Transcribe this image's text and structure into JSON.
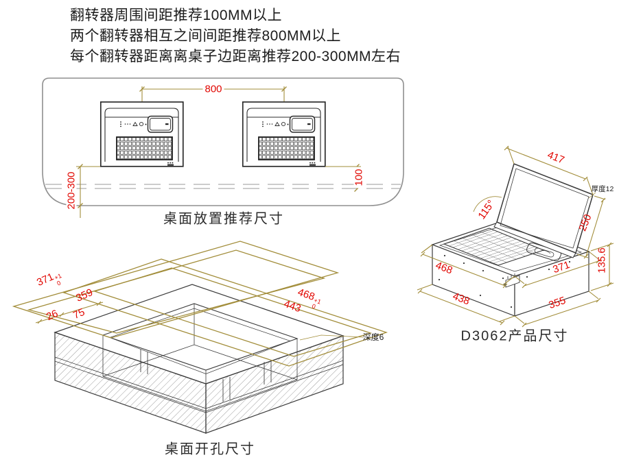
{
  "notes": {
    "line1": "翻转器周围间距推荐100MM以上",
    "line2": "两个翻转器相互之间间距推荐800MM以上",
    "line3": "每个翻转器距离离桌子边距离推荐200-300MM左右"
  },
  "desktop_layout": {
    "caption": "桌面放置推荐尺寸",
    "dim_unit_spacing": "800",
    "dim_front_edge_distance": "200-300",
    "dim_rear_clearance": "100"
  },
  "cutout": {
    "caption": "桌面开孔尺寸",
    "dim_width_outer": {
      "value": "371",
      "tol_upper": "+1",
      "tol_lower": "0"
    },
    "dim_width_inner": "359",
    "dim_lip": "26",
    "dim_inset": "75",
    "dim_length_outer": {
      "value": "468",
      "tol_upper": "+1",
      "tol_lower": "0"
    },
    "dim_length_inner": "443",
    "depth_label": "深度6"
  },
  "product": {
    "caption": "D3062产品尺寸",
    "dim_screen_width": "417",
    "dim_screen_height": "250",
    "thickness_label": "厚度12",
    "open_angle": "115°",
    "dim_top_length": "468",
    "dim_top_width": "371",
    "dim_base_length": "438",
    "dim_base_width": "355",
    "dim_height": "135.6"
  },
  "colors": {
    "dimension_text": "#e10600",
    "dimension_line": "#a28d3a",
    "drawing_line": "#3a3a3a",
    "desk_line": "#8f8f8f"
  }
}
